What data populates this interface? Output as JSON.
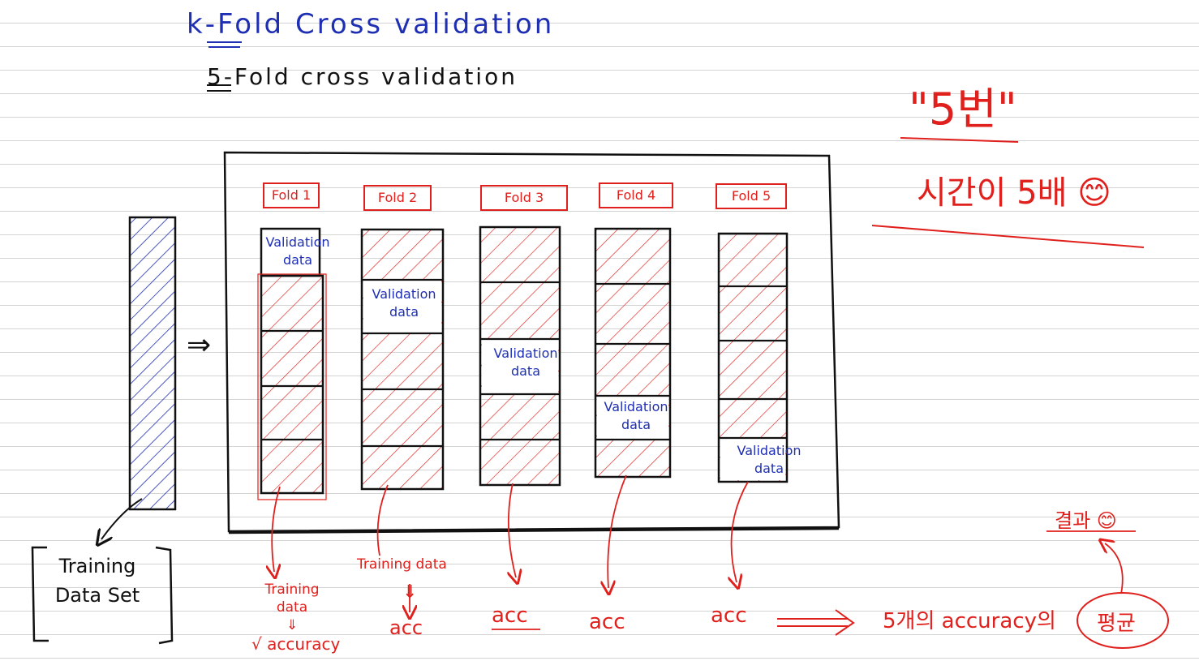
{
  "title_line1": "k-Fold Cross validation",
  "title_line2": "5-Fold cross validation",
  "note_times": "\"5번\"",
  "note_time_cost": "시간이 5배 😊",
  "dataset_label": "Training Data Set",
  "arrow_symbol": "⇒",
  "folds": [
    {
      "label": "Fold 1",
      "val_text_1": "Validation",
      "val_text_2": "data",
      "result_1": "Training data",
      "result_2": "⇓",
      "result_3": "√ accuracy"
    },
    {
      "label": "Fold 2",
      "val_text_1": "Validation",
      "val_text_2": "data",
      "result_1": "Training data",
      "result_2": "⇓",
      "result_3": "acc"
    },
    {
      "label": "Fold 3",
      "val_text_1": "Validation",
      "val_text_2": "data",
      "result_1": "acc"
    },
    {
      "label": "Fold 4",
      "val_text_1": "Validation",
      "val_text_2": "data",
      "result_1": "acc"
    },
    {
      "label": "Fold 5",
      "val_text_1": "Validation",
      "val_text_2": "data",
      "result_1": "acc"
    }
  ],
  "summary_arrow": "⟹",
  "summary_text": "5개의 accuracy의",
  "average_label": "평균",
  "result_label": "결과 😊",
  "colors": {
    "ink_blue": "#1e2fb4",
    "ink_red": "#e0201c",
    "ink_black": "#111111"
  }
}
